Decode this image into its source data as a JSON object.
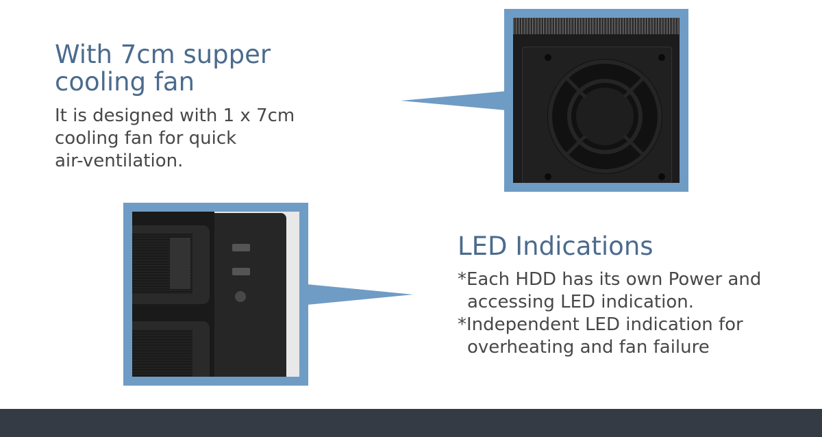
{
  "fan_section": {
    "title_line1": "With 7cm supper",
    "title_line2": "cooling fan",
    "desc_line1": "It is designed with 1 x 7cm",
    "desc_line2": "cooling fan for quick",
    "desc_line3": "air-ventilation."
  },
  "led_section": {
    "title": "LED Indications",
    "bullet1_line1": "*Each HDD has its own Power and",
    "bullet1_line2": "accessing LED indication.",
    "bullet2_line1": "*Independent LED indication for",
    "bullet2_line2": "overheating and fan failure"
  },
  "colors": {
    "accent": "#6f9cc4",
    "title": "#4b6b8d",
    "footer": "#343b44"
  }
}
